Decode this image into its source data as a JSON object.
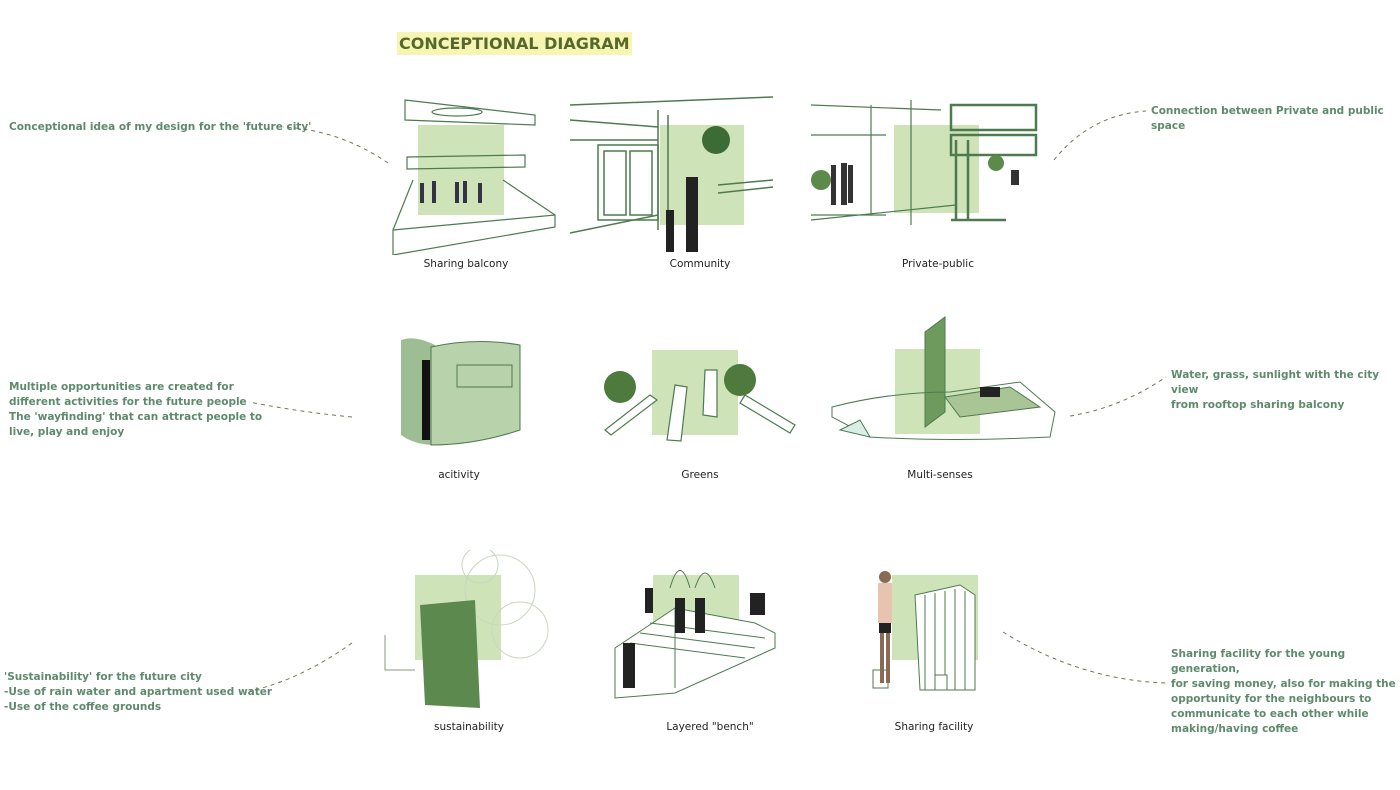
{
  "title": "CONCEPTIONAL DIAGRAM",
  "notes": {
    "future_city": "Conceptional idea of my design for the 'future city'",
    "private_public": "Connection between Private and public space",
    "activities": [
      "Multiple opportunities are created for",
      "different activities for the future people",
      "The 'wayfinding' that can attract people to",
      "live, play and enjoy"
    ],
    "rooftop": [
      "Water, grass, sunlight with the city view",
      "from rooftop sharing balcony"
    ],
    "sustainability": [
      "'Sustainability' for the future city",
      "-Use of rain water and apartment used water",
      "-Use of the coffee grounds"
    ],
    "sharing": [
      "Sharing facility for the young generation,",
      "for saving money, also for making the",
      "opportunity for the neighbours to",
      "communicate to each other while",
      "making/having coffee"
    ]
  },
  "panels": [
    {
      "caption": "Sharing balcony"
    },
    {
      "caption": "Community"
    },
    {
      "caption": "Private-public"
    },
    {
      "caption": "acitivity"
    },
    {
      "caption": "Greens"
    },
    {
      "caption": "Multi-senses"
    },
    {
      "caption": "sustainability"
    },
    {
      "caption": "Layered \"bench\""
    },
    {
      "caption": "Sharing facility"
    }
  ],
  "colors": {
    "accent_green": "#cfe3b8",
    "line_green": "#4d7a4f",
    "note_text": "#5e8a6c",
    "title_bg": "#f7f5b4"
  }
}
